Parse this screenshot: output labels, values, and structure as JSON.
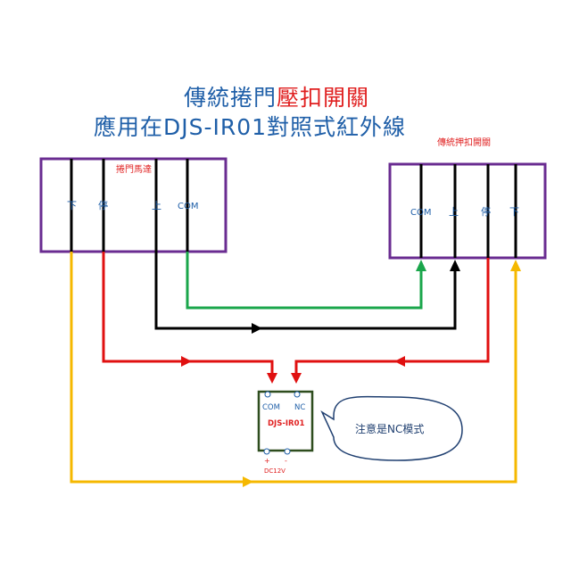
{
  "title": {
    "line1_part1": "傳統捲門",
    "line1_part2": "壓扣開關",
    "line2": "應用在DJS-IR01對照式紅外線"
  },
  "left_box": {
    "label": "捲門馬達",
    "terminals": [
      "下",
      "停",
      "上",
      "COM"
    ]
  },
  "right_box": {
    "label": "傳統押扣開關",
    "terminals": [
      "COM",
      "上",
      "停",
      "下"
    ]
  },
  "module": {
    "name": "DJS-IR01",
    "pin_com": "COM",
    "pin_nc": "NC",
    "pin_plus": "+",
    "pin_minus": "-",
    "power": "DC12V"
  },
  "note": "注意是NC模式",
  "colors": {
    "box_border": "#6a2c91",
    "module_border": "#2e4d1e",
    "green_wire": "#1aa64b",
    "black_wire": "#000000",
    "red_wire": "#e01010",
    "yellow_wire": "#f5b800",
    "title_blue": "#1f5fa8",
    "title_red": "#e02020"
  }
}
